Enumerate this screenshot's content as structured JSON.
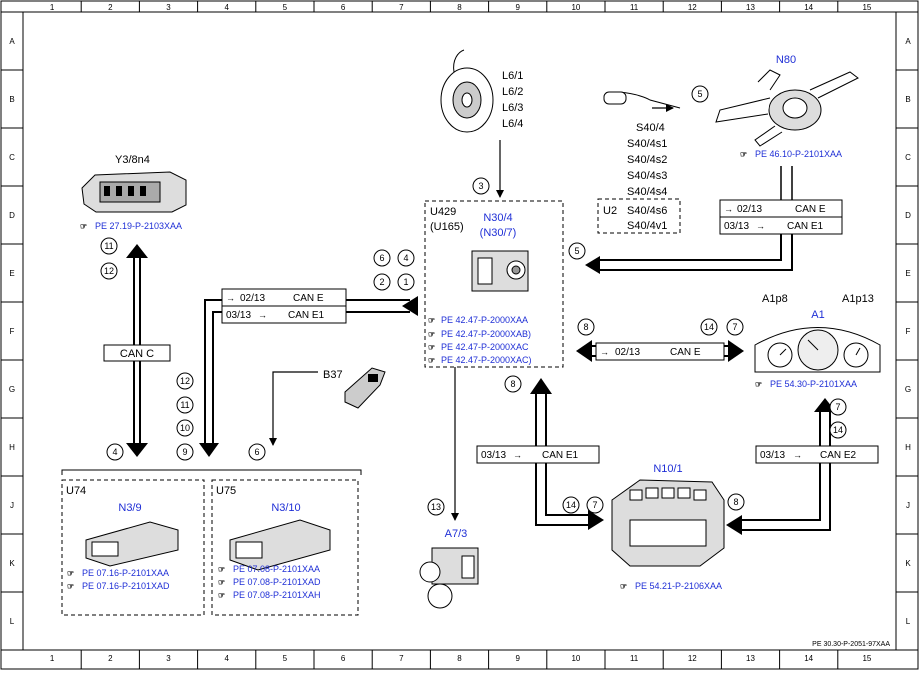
{
  "grid": {
    "columns": [
      "1",
      "2",
      "3",
      "4",
      "5",
      "6",
      "7",
      "8",
      "9",
      "10",
      "11",
      "12",
      "13",
      "14",
      "15"
    ],
    "rows": [
      "A",
      "B",
      "C",
      "D",
      "E",
      "F",
      "G",
      "H",
      "J",
      "K",
      "L"
    ]
  },
  "footer_id": "PE 30.30-P-2051-97XAA",
  "components": {
    "y3": {
      "name": "Y3/8n4",
      "ref": "PE 27.19-P-2103XAA"
    },
    "l6": {
      "lines": [
        "L6/1",
        "L6/2",
        "L6/3",
        "L6/4"
      ]
    },
    "n80": {
      "name": "N80",
      "ref": "PE 46.10-P-2101XAA"
    },
    "s40": {
      "lines": [
        "S40/4",
        "S40/4s1",
        "S40/4s2",
        "S40/4s3",
        "S40/4s4"
      ],
      "u2_label": "U2",
      "u2_lines": [
        "S40/4s6",
        "S40/4v1"
      ]
    },
    "n30": {
      "u429": "U429",
      "u165": "(U165)",
      "name": "N30/4",
      "alt": "(N30/7)",
      "refs": [
        "PE 42.47-P-2000XAA",
        "PE 42.47-P-2000XAB)",
        "PE 42.47-P-2000XAC",
        "PE 42.47-P-2000XAC)"
      ]
    },
    "a1": {
      "name": "A1",
      "p8": "A1p8",
      "p13": "A1p13",
      "ref": "PE 54.30-P-2101XAA"
    },
    "b37": {
      "name": "B37"
    },
    "u74": {
      "box": "U74",
      "name": "N3/9",
      "refs": [
        "PE 07.16-P-2101XAA",
        "PE 07.16-P-2101XAD"
      ]
    },
    "u75": {
      "box": "U75",
      "name": "N3/10",
      "refs": [
        "PE 07.08-P-2101XAA",
        "PE 07.08-P-2101XAD",
        "PE 07.08-P-2101XAH"
      ]
    },
    "a7": {
      "name": "A7/3"
    },
    "n10": {
      "name": "N10/1",
      "ref": "PE 54.21-P-2106XAA"
    }
  },
  "buses": {
    "can_c": "CAN C",
    "n80_bus": {
      "top_code": "02/13",
      "top_name": "CAN E",
      "bot_code": "03/13",
      "bot_name": "CAN E1"
    },
    "left_bus": {
      "top_code": "02/13",
      "top_name": "CAN E",
      "bot_code": "03/13",
      "bot_name": "CAN E1"
    },
    "a1_bus": {
      "code": "02/13",
      "name": "CAN E"
    },
    "n10_left": {
      "code": "03/13",
      "name": "CAN E1"
    },
    "n10_right": {
      "code": "03/13",
      "name": "CAN E2"
    }
  },
  "circles": {
    "n3": "3",
    "n5a": "5",
    "n5b": "5",
    "n6": "6",
    "n4": "4",
    "n2": "2",
    "n1": "1",
    "n11": "11",
    "n12": "12",
    "n4b": "4",
    "n12b": "12",
    "n11b": "11",
    "n10": "10",
    "n9": "9",
    "n6b": "6",
    "n8a": "8",
    "n14a": "14",
    "n7a": "7",
    "n8b": "8",
    "n13": "13",
    "n14b": "14",
    "n7b": "7",
    "n8c": "8",
    "n7c": "7",
    "n14c": "14"
  }
}
